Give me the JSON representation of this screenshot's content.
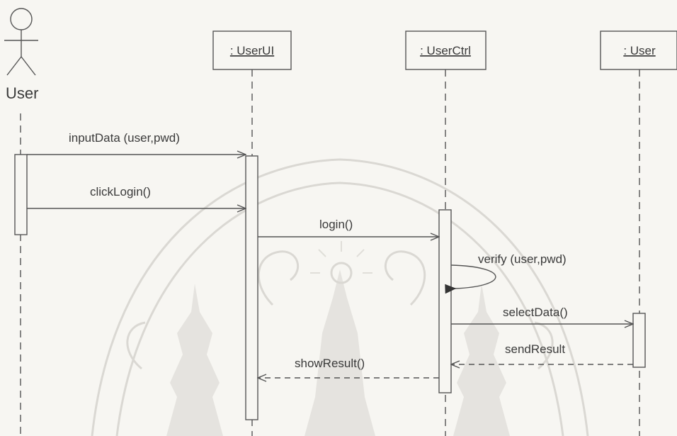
{
  "actor": {
    "name": "User"
  },
  "lifelines": [
    {
      "id": "userui",
      "label": ": UserUI"
    },
    {
      "id": "userctrl",
      "label": ": UserCtrl"
    },
    {
      "id": "user",
      "label": ": User"
    }
  ],
  "messages": [
    {
      "id": "inputdata",
      "label": "inputData (user,pwd)",
      "style": "solid"
    },
    {
      "id": "clicklogin",
      "label": "clickLogin()",
      "style": "solid"
    },
    {
      "id": "login",
      "label": "login()",
      "style": "solid"
    },
    {
      "id": "verify",
      "label": "verify (user,pwd)",
      "style": "self"
    },
    {
      "id": "selectdata",
      "label": "selectData()",
      "style": "solid"
    },
    {
      "id": "sendresult",
      "label": "sendResult",
      "style": "dashed"
    },
    {
      "id": "showresult",
      "label": "showResult()",
      "style": "dashed"
    }
  ],
  "colors": {
    "line": "#555555",
    "text": "#3a3a3a",
    "background": "#f7f6f2",
    "watermark": "#d7d5d0"
  }
}
